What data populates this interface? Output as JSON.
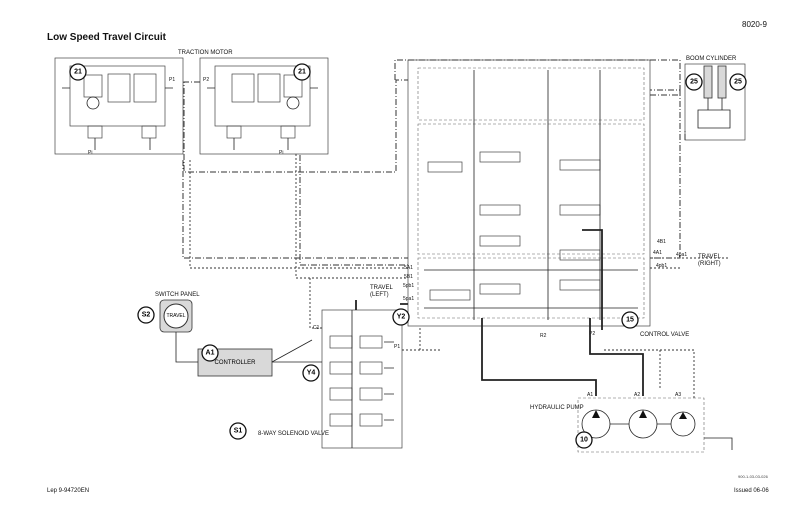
{
  "title": "Low Speed Travel Circuit",
  "page_number": "8020-9",
  "footer_left": "Lep 9-94720EN",
  "footer_right": "Issued 06-06",
  "figure_code": "900-1-03-03-026",
  "labels": {
    "traction_motor": "TRACTION MOTOR",
    "boom_cylinder": "BOOM CYLINDER",
    "switch_panel": "SWITCH PANEL",
    "travel_button": "TRAVEL",
    "controller": "CONTROLLER",
    "solenoid_valve": "8-WAY SOLENOID VALVE",
    "hydraulic_pump": "HYDRAULIC PUMP",
    "control_valve": "CONTROL VALVE",
    "travel_right": "TRAVEL\n(RIGHT)",
    "travel_left": "TRAVEL\n(LEFT)"
  },
  "ports": {
    "p1_motor": "P1",
    "p2_motor": "P2",
    "p1_valve": "P1",
    "p2_valve": "P2",
    "pi_left": "Pi",
    "pi_right": "Pi",
    "c1": "C1",
    "5a1": "5A1",
    "5b1": "5B1",
    "5pb1": "5pb1",
    "5pa1": "5pa1",
    "4a1": "4A1",
    "4b1": "4B1",
    "4pa1": "4pa1",
    "4pb1": "4pb1",
    "a1": "A1",
    "a2": "A2",
    "a3": "A3",
    "r2": "R2"
  },
  "callouts": {
    "motor_left": "21",
    "motor_right": "21",
    "cyl_left": "25",
    "cyl_right": "25",
    "switch_panel": "S2",
    "controller": "A1",
    "y2": "Y2",
    "y4": "Y4",
    "solenoid": "S1",
    "pump": "10",
    "control_valve": "15"
  }
}
